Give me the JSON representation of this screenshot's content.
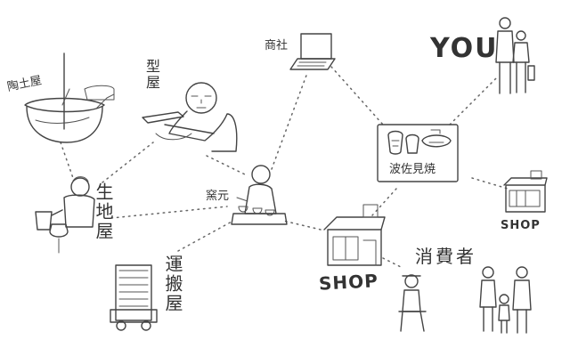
{
  "nodes": {
    "toudoya": "陶土屋",
    "kataya": "型屋",
    "shosha": "商社",
    "you": "YOU",
    "kiji": "生地屋",
    "kamamoto": "窯元",
    "hasami": "波佐見焼",
    "shop_right": "SHOP",
    "unpan": "運搬屋",
    "shop_center": "SHOP",
    "shohisha": "消費者"
  }
}
